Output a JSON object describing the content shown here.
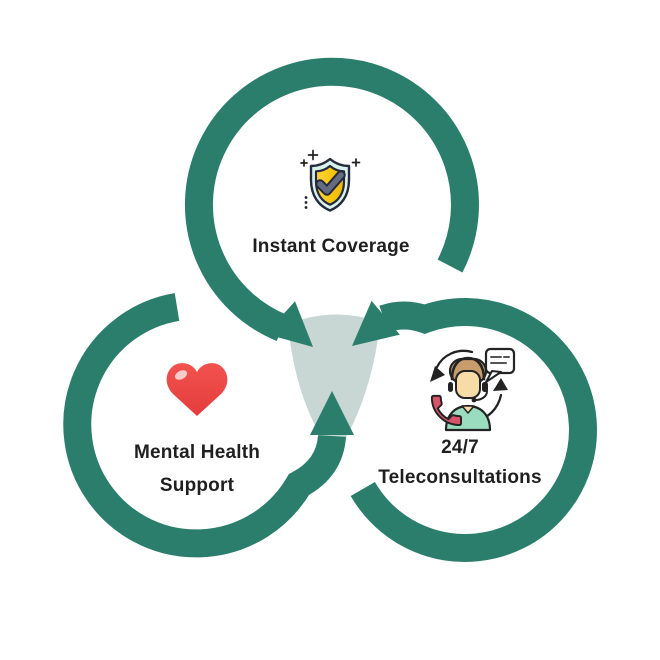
{
  "diagram": {
    "type": "three-circle convergence cycle",
    "nodes": {
      "top": {
        "label": "Instant Coverage",
        "icon": "shield-check-icon"
      },
      "left": {
        "label_line1": "Mental Health",
        "label_line2": "Support",
        "icon": "heart-icon"
      },
      "right": {
        "label_line1": "24/7",
        "label_line2": "Teleconsultations",
        "icon": "teleconsultation-icon"
      }
    }
  },
  "colors": {
    "ring": "#2B7E6B",
    "center_triangle": "#C8D7D3",
    "background": "#FFFFFF",
    "text": "#1F1F1F",
    "heart": "#ED4646",
    "shield_outer": "#D9F2EC",
    "shield_inner_gold": "#F7C60E",
    "check": "#646C82",
    "outline_dark": "#252A3D",
    "phone": "#D9536A",
    "shirt": "#9ADCC0",
    "hair": "#C79D6C",
    "skin": "#F8DCA8"
  }
}
